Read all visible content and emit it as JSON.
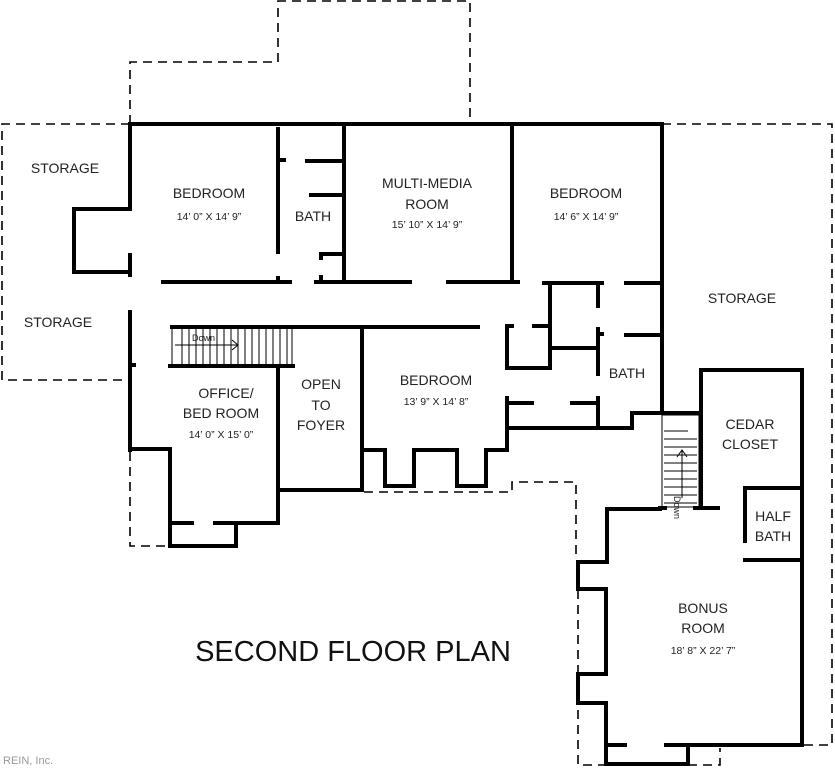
{
  "plan": {
    "title": "SECOND FLOOR PLAN",
    "watermark": "REIN, Inc.",
    "stairs": [
      {
        "label": "Down",
        "direction": "right"
      },
      {
        "label": "Down",
        "direction": "up"
      }
    ],
    "rooms": {
      "storage_top_left": {
        "name": "STORAGE"
      },
      "storage_left": {
        "name": "STORAGE"
      },
      "storage_right": {
        "name": "STORAGE"
      },
      "bedroom_1": {
        "name": "BEDROOM",
        "dims": "14’ 0” X 14’ 9”"
      },
      "bath_1": {
        "name": "BATH"
      },
      "multimedia": {
        "name_line1": "MULTI-MEDIA",
        "name_line2": "ROOM",
        "dims": "15’ 10” X 14’ 9”"
      },
      "bedroom_2": {
        "name": "BEDROOM",
        "dims": "14’ 6” X 14’ 9”"
      },
      "office": {
        "name_line1": "OFFICE/",
        "name_line2": "BED ROOM",
        "dims": "14’ 0” X 15’ 0”"
      },
      "open_to_foyer": {
        "line1": "OPEN",
        "line2": "TO",
        "line3": "FOYER"
      },
      "bedroom_3": {
        "name": "BEDROOM",
        "dims": "13’ 9” X 14’ 8”"
      },
      "bath_2": {
        "name": "BATH"
      },
      "cedar_closet": {
        "name_line1": "CEDAR",
        "name_line2": "CLOSET"
      },
      "half_bath": {
        "name_line1": "HALF",
        "name_line2": "BATH"
      },
      "bonus_room": {
        "name_line1": "BONUS",
        "name_line2": "ROOM",
        "dims": "18’ 8” X 22’ 7”"
      }
    }
  }
}
